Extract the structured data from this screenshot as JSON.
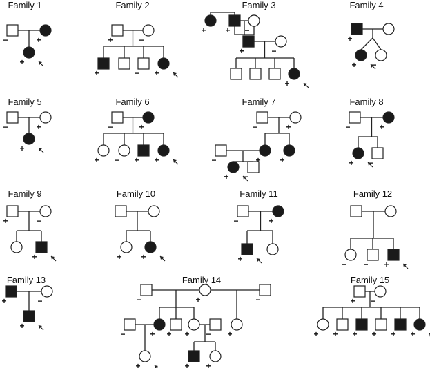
{
  "colors": {
    "line": "#222222",
    "affected": "#1a1a1a",
    "unaffected": "#ffffff"
  },
  "families": [
    {
      "id": "f1",
      "title": "Family 1"
    },
    {
      "id": "f2",
      "title": "Family 2"
    },
    {
      "id": "f3",
      "title": "Family 3"
    },
    {
      "id": "f4",
      "title": "Family 4"
    },
    {
      "id": "f5",
      "title": "Family 5"
    },
    {
      "id": "f6",
      "title": "Family 6"
    },
    {
      "id": "f7",
      "title": "Family 7"
    },
    {
      "id": "f8",
      "title": "Family 8"
    },
    {
      "id": "f9",
      "title": "Family 9"
    },
    {
      "id": "f10",
      "title": "Family  10"
    },
    {
      "id": "f11",
      "title": "Family 11"
    },
    {
      "id": "f12",
      "title": "Family 12"
    },
    {
      "id": "f13",
      "title": "Family 13"
    },
    {
      "id": "f14",
      "title": "Family 14"
    },
    {
      "id": "f15",
      "title": "Family 15"
    }
  ],
  "marks": {
    "carrier": "+",
    "noncarrier": "−"
  }
}
